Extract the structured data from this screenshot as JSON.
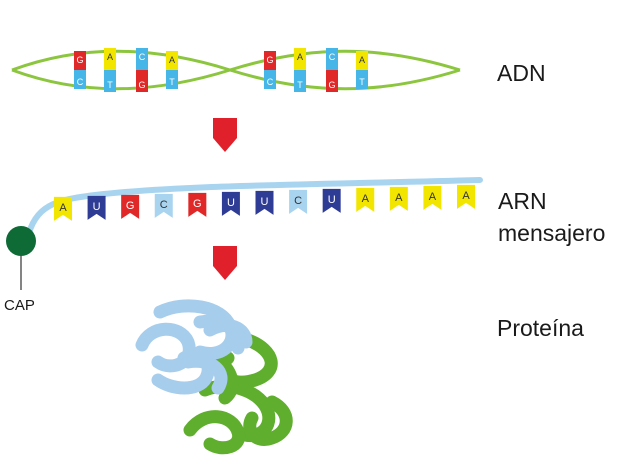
{
  "labels": {
    "dna": "ADN",
    "mrna_line1": "ARN",
    "mrna_line2": "mensajero",
    "cap": "CAP",
    "protein": "Proteína"
  },
  "dna": {
    "strand_color": "#8cc63f",
    "top_bases": [
      "G",
      "A",
      "C",
      "A",
      "G",
      "A",
      "C",
      "A"
    ],
    "bottom_bases": [
      "C",
      "T",
      "G",
      "T",
      "C",
      "T",
      "G",
      "T"
    ]
  },
  "mrna": {
    "backbone_color": "#a8d4f0",
    "bases": [
      "A",
      "U",
      "G",
      "C",
      "G",
      "U",
      "U",
      "C",
      "U",
      "A",
      "A",
      "A",
      "A"
    ]
  },
  "colors": {
    "A": "#f2e600",
    "T": "#46b5e8",
    "G": "#e02828",
    "C": "#46b5e8",
    "U": "#2f3c96",
    "mrna_C": "#a8d4f0",
    "arrow": "#e0202a",
    "cap": "#0e6b36",
    "protein_blue": "#a6cdec",
    "protein_green": "#5fae2e"
  }
}
